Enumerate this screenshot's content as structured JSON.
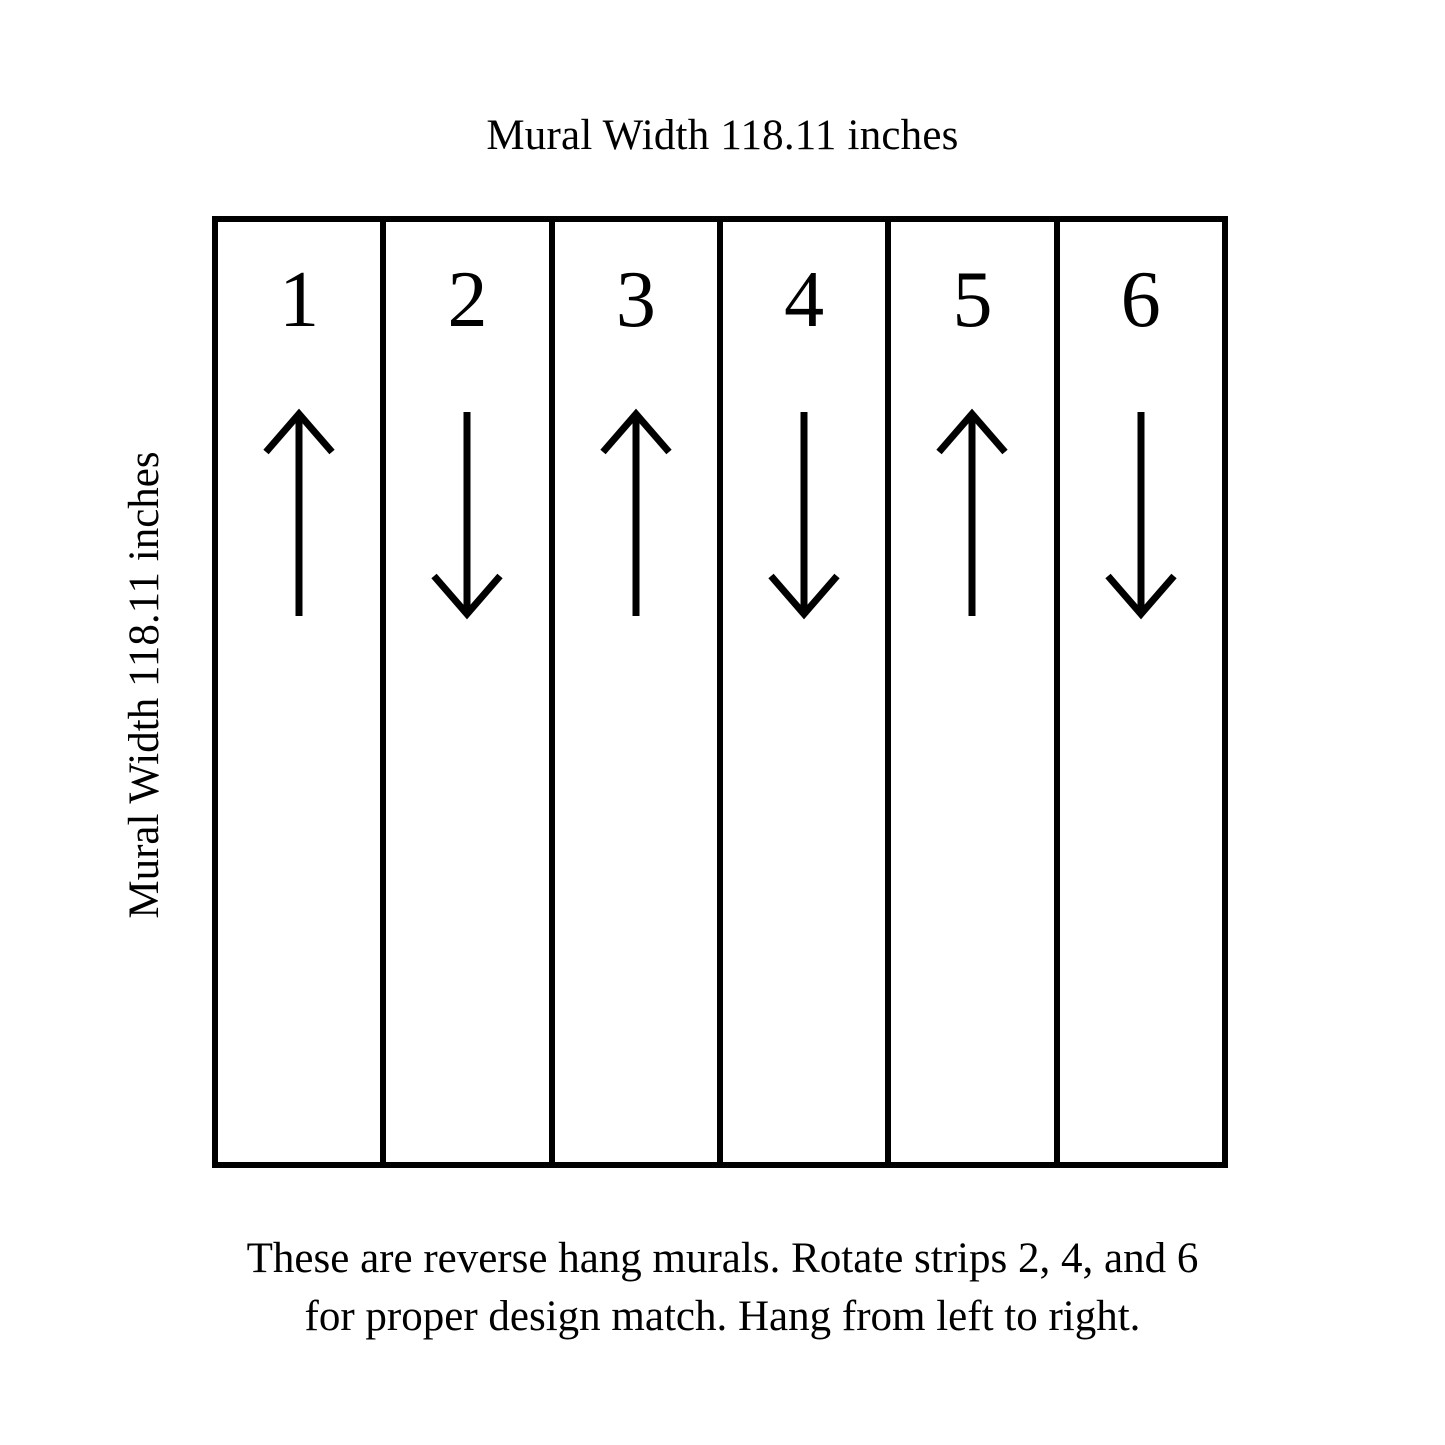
{
  "diagram": {
    "top_label": "Mural Width 118.11 inches",
    "left_label": "Mural Width 118.11 inches",
    "caption_line1": "These are reverse hang murals. Rotate strips 2, 4, and 6",
    "caption_line2": "for proper design match. Hang from left to right.",
    "border_color": "#000000",
    "background_color": "#ffffff",
    "strip_count": 6,
    "strips": [
      {
        "number": "1",
        "direction": "up",
        "arrow_icon": "arrow-up-icon"
      },
      {
        "number": "2",
        "direction": "down",
        "arrow_icon": "arrow-down-icon"
      },
      {
        "number": "3",
        "direction": "up",
        "arrow_icon": "arrow-up-icon"
      },
      {
        "number": "4",
        "direction": "down",
        "arrow_icon": "arrow-down-icon"
      },
      {
        "number": "5",
        "direction": "up",
        "arrow_icon": "arrow-up-icon"
      },
      {
        "number": "6",
        "direction": "down",
        "arrow_icon": "arrow-down-icon"
      }
    ]
  }
}
